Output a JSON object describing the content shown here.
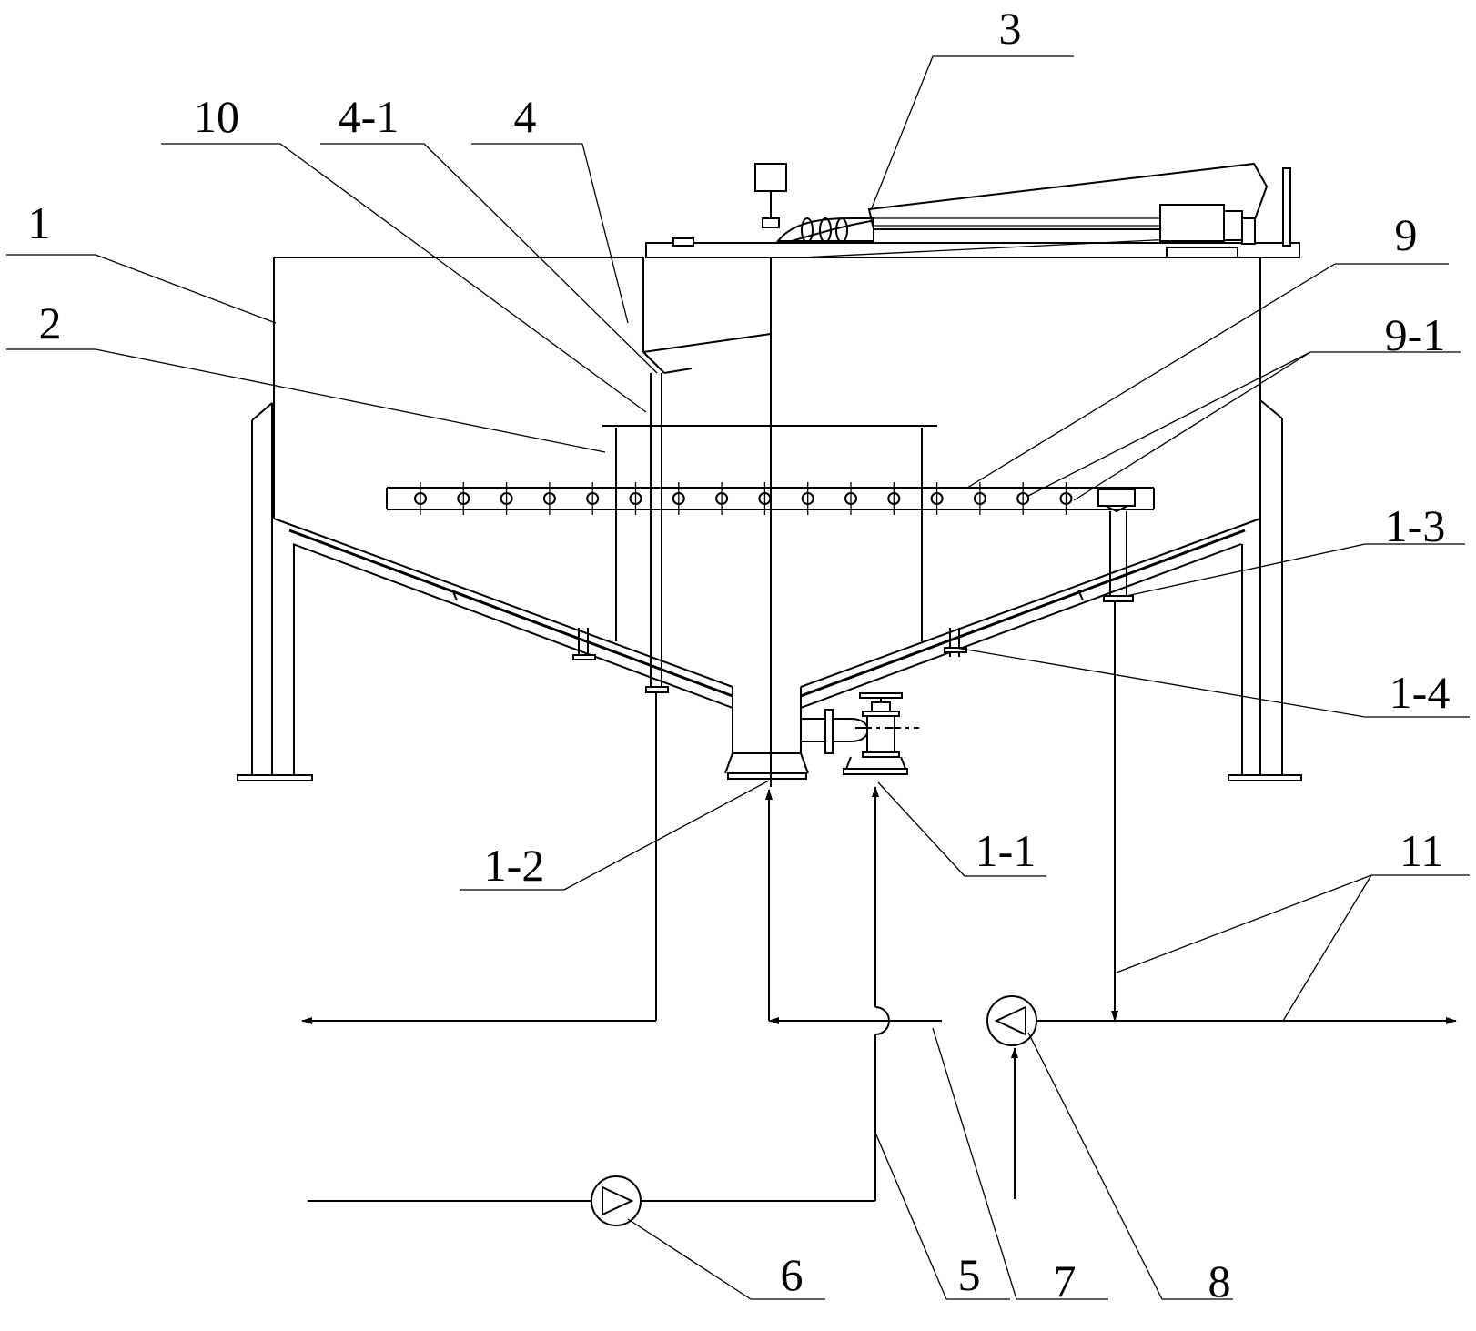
{
  "labels": {
    "l1": "1",
    "l2": "2",
    "l3": "3",
    "l4": "4",
    "l4_1": "4-1",
    "l5": "5",
    "l6": "6",
    "l7": "7",
    "l8": "8",
    "l9": "9",
    "l9_1": "9-1",
    "l10": "10",
    "l11": "11",
    "l1_1": "1-1",
    "l1_2": "1-2",
    "l1_3": "1-3",
    "l1_4": "1-4"
  }
}
